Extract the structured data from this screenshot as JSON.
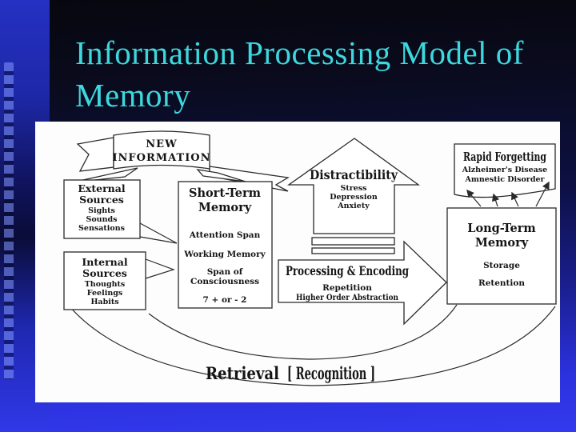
{
  "colors": {
    "title": "#3dd8dd",
    "background_top": "#07070f",
    "background_bottom": "#333aee",
    "panel": "#fdfdfd",
    "ink": "#2a2a2a"
  },
  "slide": {
    "title_line1": "Information Processing Model of",
    "title_line2": "Memory"
  },
  "diagram": {
    "banner": {
      "line1": "NEW",
      "line2": "INFORMATION"
    },
    "external_sources": {
      "title1": "External",
      "title2": "Sources",
      "items": [
        "Sights",
        "Sounds",
        "Sensations"
      ]
    },
    "internal_sources": {
      "title1": "Internal",
      "title2": "Sources",
      "items": [
        "Thoughts",
        "Feelings",
        "Habits"
      ]
    },
    "short_term_memory": {
      "title1": "Short-Term",
      "title2": "Memory",
      "items": [
        "Attention Span",
        "Working Memory",
        "Span of",
        "Consciousness",
        "7 + or - 2"
      ]
    },
    "distractibility": {
      "title": "Distractibility",
      "items": [
        "Stress",
        "Depression",
        "Anxiety"
      ]
    },
    "processing_encoding": {
      "title": "Processing & Encoding",
      "items": [
        "Repetition",
        "Higher Order Abstraction"
      ]
    },
    "long_term_memory": {
      "title1": "Long-Term",
      "title2": "Memory",
      "items": [
        "Storage",
        "Retention"
      ]
    },
    "rapid_forgetting": {
      "title": "Rapid Forgetting",
      "items": [
        "Alzheimer's Disease",
        "Amnestic Disorder"
      ]
    },
    "retrieval_label": "Retrieval",
    "recognition_label": "[ Recognition ]"
  }
}
